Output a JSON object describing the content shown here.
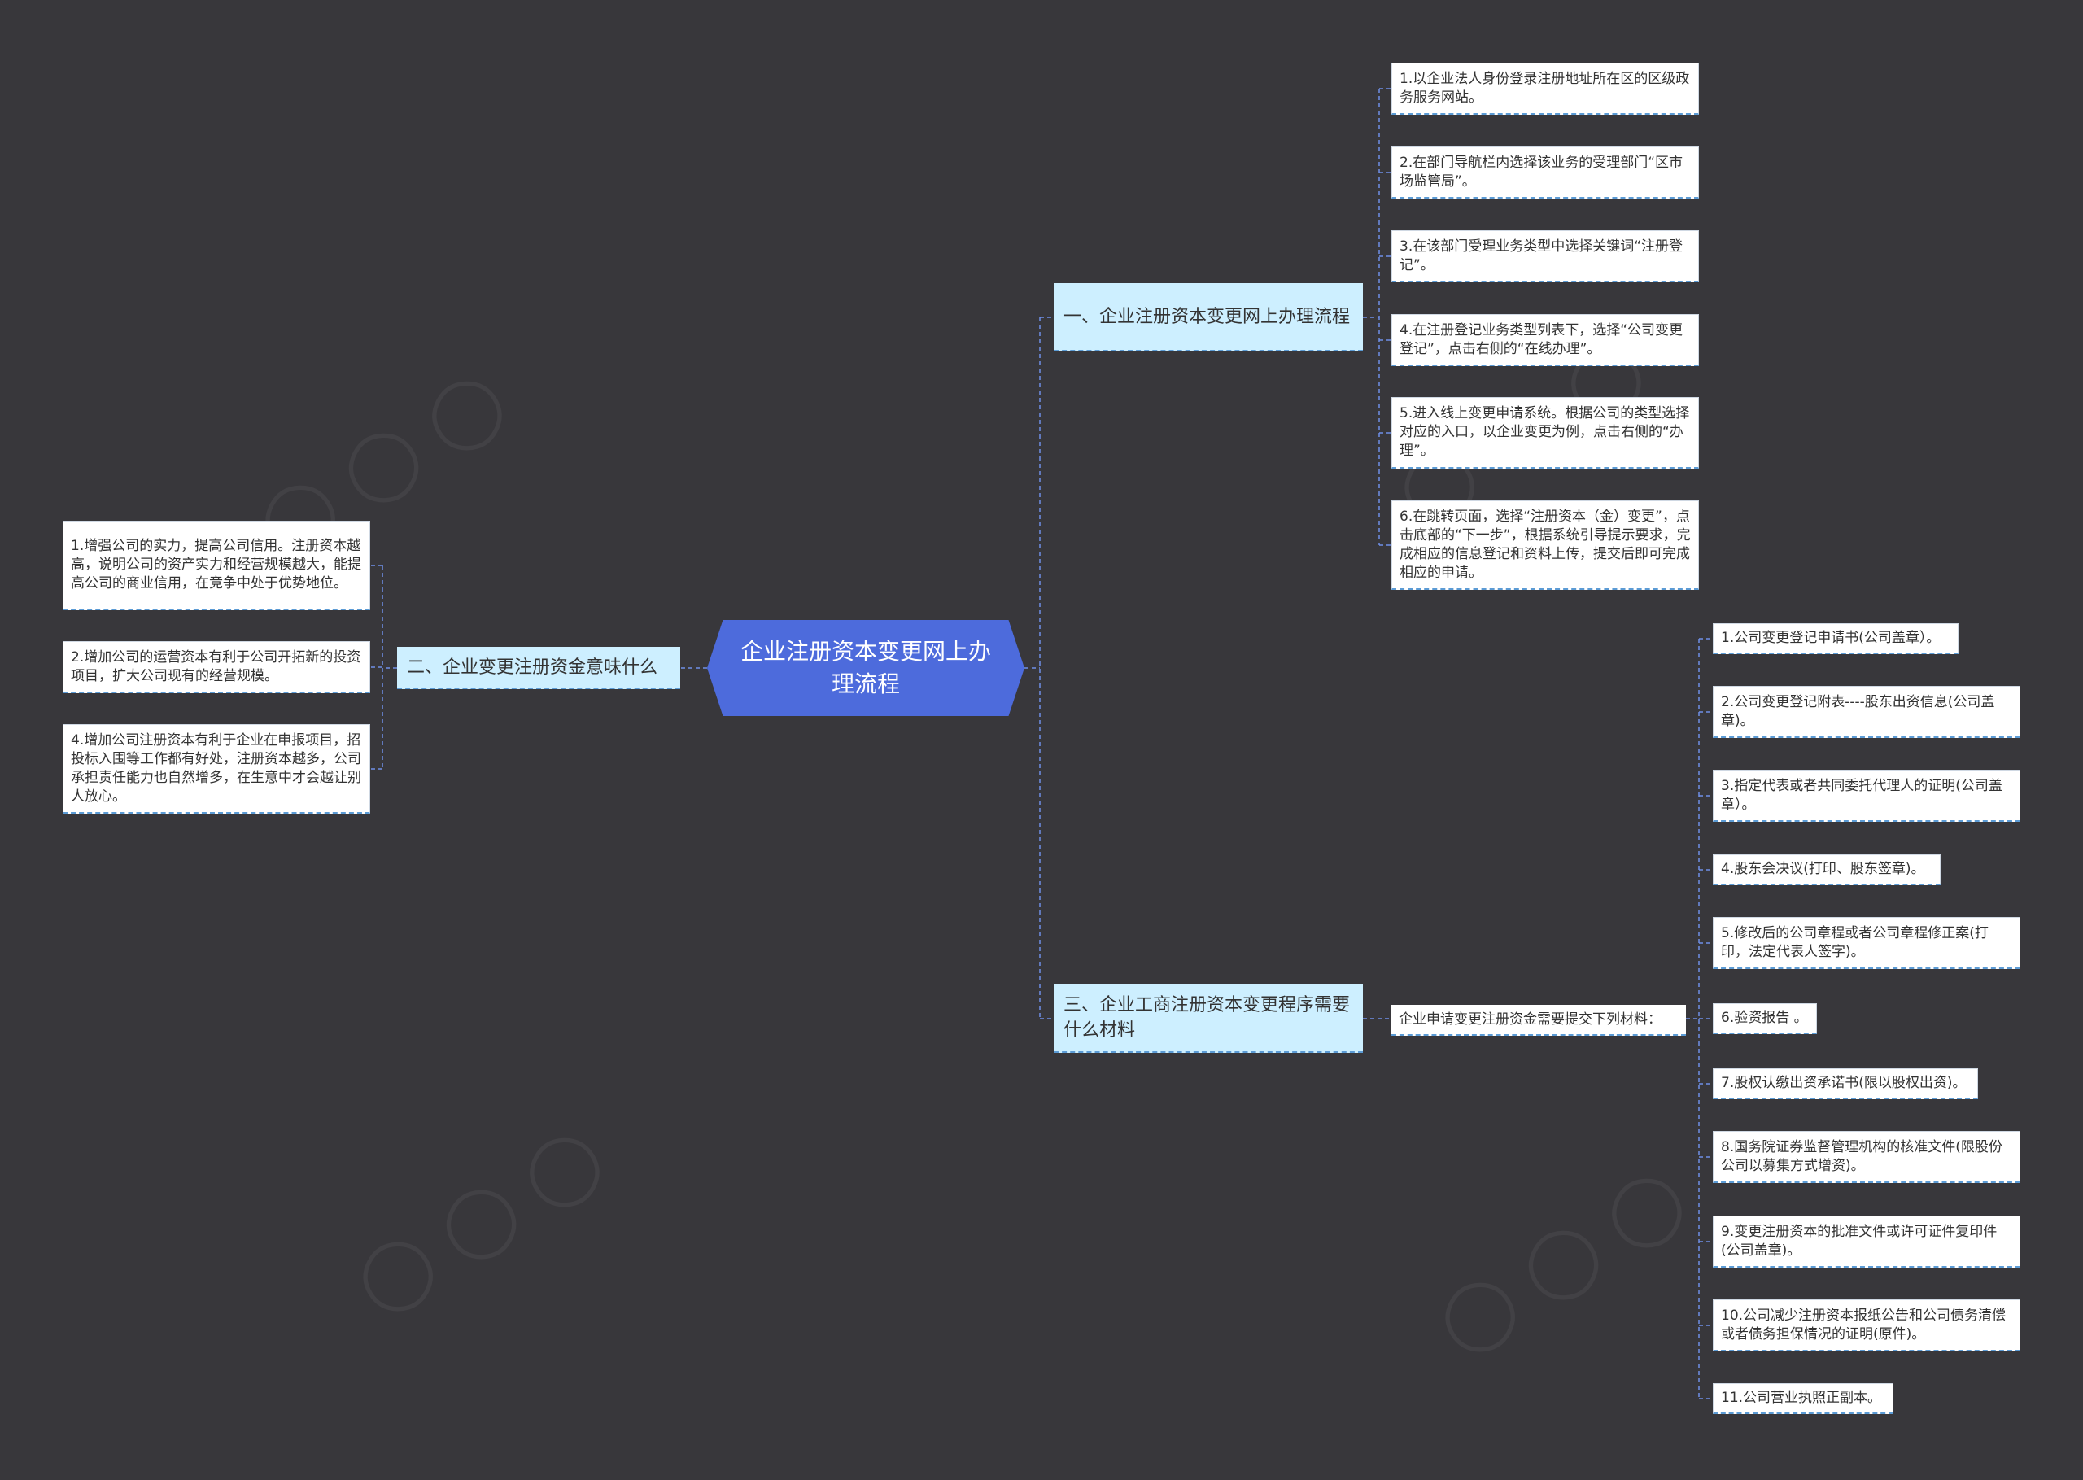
{
  "root": {
    "title": "企业注册资本变更网上办理流程"
  },
  "branches": [
    {
      "title": "一、企业注册资本变更网上办理流程",
      "items": [
        "1.以企业法人身份登录注册地址所在区的区级政务服务网站。",
        "2.在部门导航栏内选择该业务的受理部门“区市场监管局”。",
        "3.在该部门受理业务类型中选择关键词“注册登记”。",
        "4.在注册登记业务类型列表下，选择“公司变更登记”，点击右侧的“在线办理”。",
        "5.进入线上变更申请系统。根据公司的类型选择对应的入口，以企业变更为例，点击右侧的“办理”。",
        "6.在跳转页面，选择“注册资本（金）变更”，点击底部的“下一步”，根据系统引导提示要求，完成相应的信息登记和资料上传，提交后即可完成相应的申请。"
      ]
    },
    {
      "title": "二、企业变更注册资金意味什么",
      "items": [
        "1.增强公司的实力，提高公司信用。注册资本越高，说明公司的资产实力和经营规模越大，能提高公司的商业信用，在竞争中处于优势地位。",
        "2.增加公司的运营资本有利于公司开拓新的投资项目，扩大公司现有的经营规模。",
        "4.增加公司注册资本有利于企业在申报项目，招投标入围等工作都有好处，注册资本越多，公司承担责任能力也自然增多，在生意中才会越让别人放心。"
      ]
    },
    {
      "title": "三、企业工商注册资本变更程序需要什么材料",
      "intro": "企业申请变更注册资金需要提交下列材料：",
      "items": [
        "1.公司变更登记申请书(公司盖章）。",
        "2.公司变更登记附表----股东出资信息(公司盖章)。",
        "3.指定代表或者共同委托代理人的证明(公司盖章）。",
        "4.股东会决议(打印、股东签章)。",
        "5.修改后的公司章程或者公司章程修正案(打印，法定代表人签字)。",
        "6.验资报告 。",
        "7.股权认缴出资承诺书(限以股权出资)。",
        "8.国务院证券监督管理机构的核准文件(限股份公司以募集方式增资)。",
        "9.变更注册资本的批准文件或许可证件复印件(公司盖章)。",
        "10.公司减少注册资本报纸公告和公司债务清偿或者债务担保情况的证明(原件)。",
        "11.公司营业执照正副本。"
      ]
    }
  ],
  "colors": {
    "background": "#38373b",
    "root_fill": "#4d6bdc",
    "branch_fill": "#cdefff",
    "connector": "#6f8fe8"
  }
}
